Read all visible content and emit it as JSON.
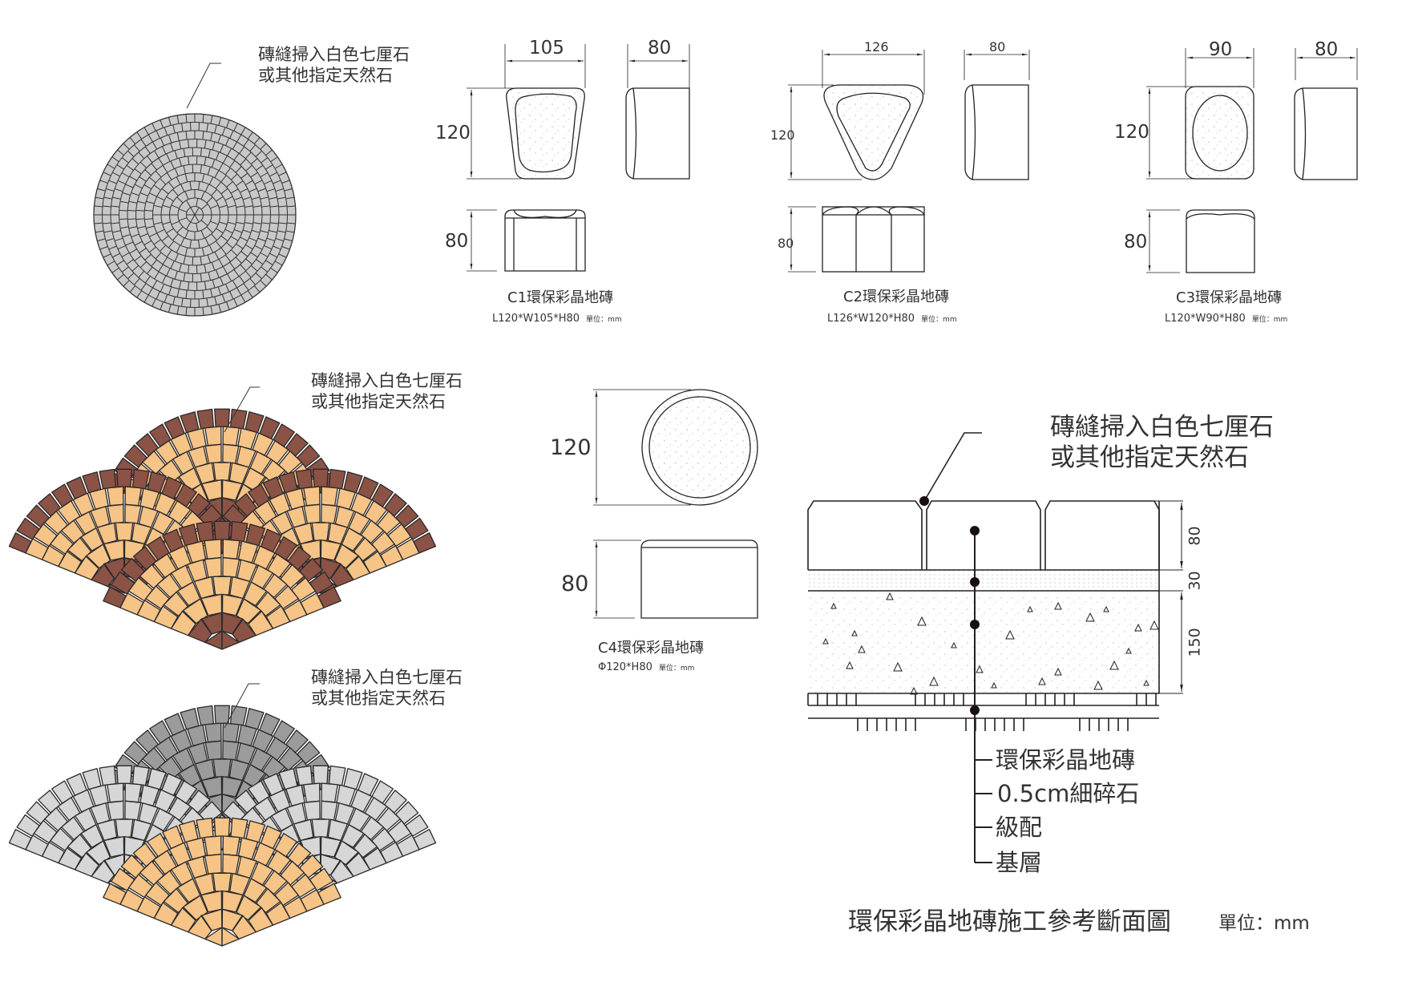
{
  "callout": {
    "line1": "磚縫掃入白色七厘石",
    "line2": "或其他指定天然石"
  },
  "products": [
    {
      "name": "C1環保彩晶地磚",
      "spec": "L120*W105*H80",
      "unit": "單位：mm",
      "dims": {
        "width": "105",
        "side": "80",
        "length": "120",
        "height": "80"
      }
    },
    {
      "name": "C2環保彩晶地磚",
      "spec": "L126*W120*H80",
      "unit": "單位：mm",
      "dims": {
        "width": "126",
        "side": "80",
        "length": "120",
        "height": "80"
      }
    },
    {
      "name": "C3環保彩晶地磚",
      "spec": "L120*W90*H80",
      "unit": "單位：mm",
      "dims": {
        "width": "90",
        "side": "80",
        "length": "120",
        "height": "80"
      }
    },
    {
      "name": "C4環保彩晶地磚",
      "spec": "Φ120*H80",
      "unit": "單位：mm",
      "dims": {
        "diameter": "120",
        "height": "80"
      }
    }
  ],
  "patterns": [
    {
      "name": "circle-pattern",
      "color": "#c8c8c8"
    },
    {
      "name": "fan-pattern-brown",
      "colors": {
        "outer": "#8b5246",
        "inner": "#f6c487"
      }
    },
    {
      "name": "fan-pattern-grey",
      "colors": {
        "dark": "#9b9b9b",
        "light": "#d6d6d6",
        "accent": "#f6c487"
      }
    }
  ],
  "section": {
    "dims": [
      "80",
      "30",
      "150"
    ],
    "layers": [
      "環保彩晶地磚",
      "0.5cm細碎石",
      "級配",
      "基層"
    ],
    "title": "環保彩晶地磚施工參考斷面圖",
    "unit": "單位：mm"
  }
}
